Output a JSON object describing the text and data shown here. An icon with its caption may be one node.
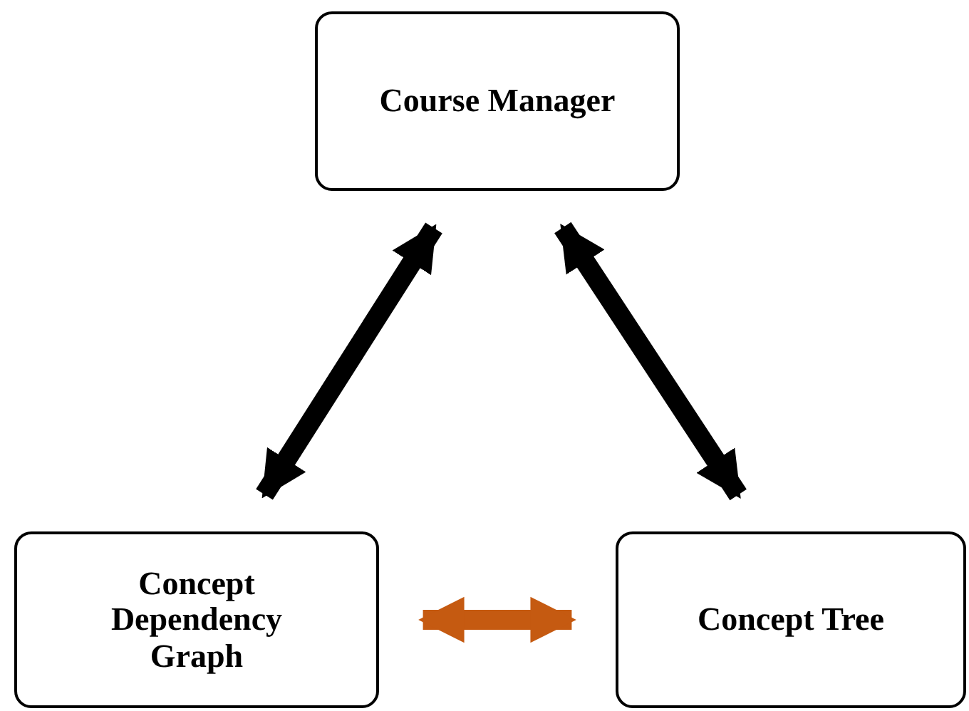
{
  "diagram": {
    "nodes": [
      {
        "text": [
          "Course Manager"
        ]
      },
      {
        "text": [
          "Concept Dependency Graph"
        ]
      },
      {
        "text": [
          "Concept Tree"
        ]
      }
    ],
    "edges": [
      {
        "from": 0,
        "to": 1,
        "arrow": "both"
      },
      {
        "from": 0,
        "to": 2,
        "arrow": "both"
      },
      {
        "from": 1,
        "to": 2,
        "arrow": "both",
        "color": "#c55a11"
      }
    ]
  }
}
